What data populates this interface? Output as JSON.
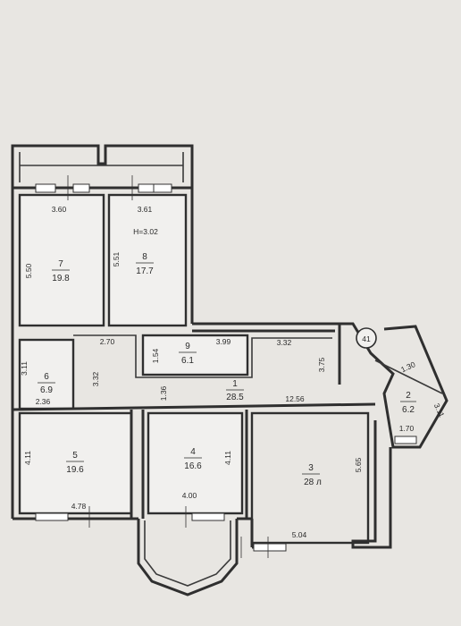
{
  "plan": {
    "ceiling_height": "H=3.02",
    "axis_marker": "41",
    "rooms": [
      {
        "number": "1",
        "area": "28.5"
      },
      {
        "number": "2",
        "area": "6.2"
      },
      {
        "number": "3",
        "area": "28 л"
      },
      {
        "number": "4",
        "area": "16.6"
      },
      {
        "number": "5",
        "area": "19.6"
      },
      {
        "number": "6",
        "area": "6.9"
      },
      {
        "number": "7",
        "area": "19.8"
      },
      {
        "number": "8",
        "area": "17.7"
      },
      {
        "number": "9",
        "area": "6.1"
      }
    ],
    "dimensions": {
      "r7_width": "3.60",
      "r8_width": "3.61",
      "r7_height": "5.50",
      "r8_height": "5.51",
      "hall_width": "2.70",
      "r9_width": "3.99",
      "r9_height": "1.54",
      "hall_right": "3.32",
      "hall_side": "3.75",
      "r6_height": "3.11",
      "hall_height": "3.32",
      "corridor": "1.36",
      "r6_width": "2.36",
      "hall_length": "12.56",
      "r2_top": "1.30",
      "r2_side": "3.11",
      "r2_width": "1.70",
      "r5_height": "4.11",
      "r4_height": "4.11",
      "r3_height": "5.65",
      "r5_width": "4.78",
      "r4_width": "4.00",
      "r3_width": "5.04"
    }
  }
}
